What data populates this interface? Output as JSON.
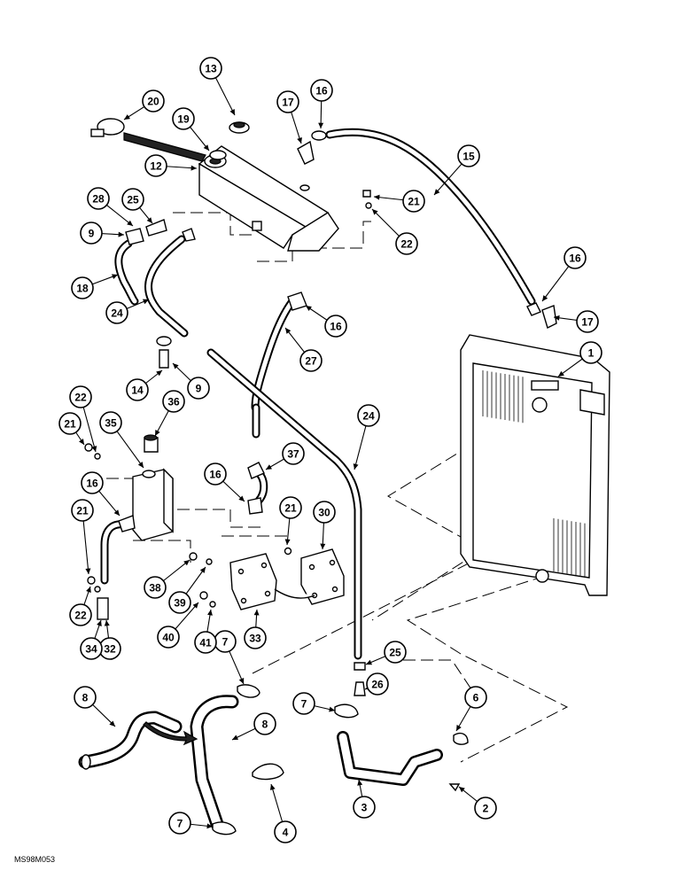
{
  "drawing_code": "MS98M053",
  "callouts": [
    "1",
    "2",
    "3",
    "4",
    "6",
    "7",
    "7",
    "7",
    "8",
    "8",
    "9",
    "9",
    "12",
    "13",
    "14",
    "15",
    "16",
    "16",
    "16",
    "16",
    "16",
    "17",
    "17",
    "18",
    "19",
    "20",
    "21",
    "21",
    "21",
    "21",
    "22",
    "22",
    "22",
    "24",
    "24",
    "25",
    "25",
    "26",
    "27",
    "28",
    "30",
    "32",
    "33",
    "34",
    "35",
    "36",
    "37",
    "38",
    "39",
    "40",
    "41"
  ]
}
